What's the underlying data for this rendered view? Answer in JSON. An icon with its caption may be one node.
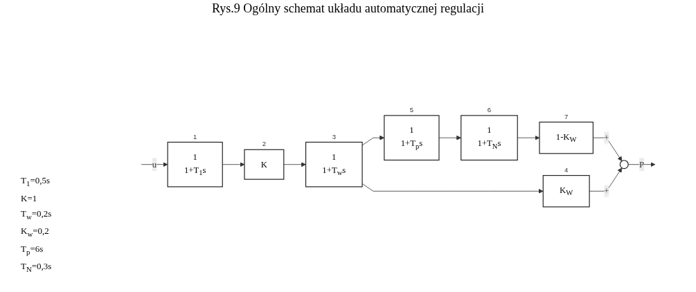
{
  "diagram": {
    "title": "Rys.9 Ogólny schemat układu automatycznej regulacji",
    "nodes": [
      {
        "text": [
          "1",
          "1+T$_{1}$s"
        ],
        "beside": [
          "1"
        ]
      },
      {
        "text": [
          "K"
        ],
        "beside": [
          "2"
        ]
      },
      {
        "text": [
          "1",
          "1+T$_{w}$s"
        ],
        "beside": [
          "3"
        ]
      },
      {
        "text": [
          "K$_{W}$"
        ],
        "beside": [
          "4"
        ]
      },
      {
        "text": [
          "1",
          "1+T$_{p}$s"
        ],
        "beside": [
          "5"
        ]
      },
      {
        "text": [
          "1",
          "1+T$_{N}$s"
        ],
        "beside": [
          "6"
        ]
      },
      {
        "text": [
          "1-K$_{W}$"
        ],
        "beside": [
          "7"
        ]
      },
      {
        "text": [],
        "shape": "circle"
      }
    ],
    "edges": [
      {
        "from": null,
        "to": 0,
        "arrow": "to",
        "label": "u"
      },
      {
        "from": 0,
        "to": 1,
        "arrow": "to"
      },
      {
        "from": 1,
        "to": 2,
        "arrow": "to"
      },
      {
        "from": 2,
        "to": 3,
        "arrow": "to"
      },
      {
        "from": 2,
        "to": 4,
        "arrow": "to"
      },
      {
        "from": 4,
        "to": 5,
        "arrow": "to"
      },
      {
        "from": 5,
        "to": 6,
        "arrow": "to"
      },
      {
        "from": 6,
        "to": 7,
        "arrow": "to",
        "label": "+"
      },
      {
        "from": 3,
        "to": 7,
        "arrow": "to",
        "label": "+"
      },
      {
        "from": 7,
        "to": null,
        "arrow": "to",
        "label": "P"
      }
    ],
    "labels": [
      "T$_{1}$=0,5s",
      "K=1",
      "T$_{w}$=0,2s",
      "K$_{w}$=0,2",
      "T$_{p}$=6s",
      "T$_{N}$=0,3s"
    ]
  }
}
